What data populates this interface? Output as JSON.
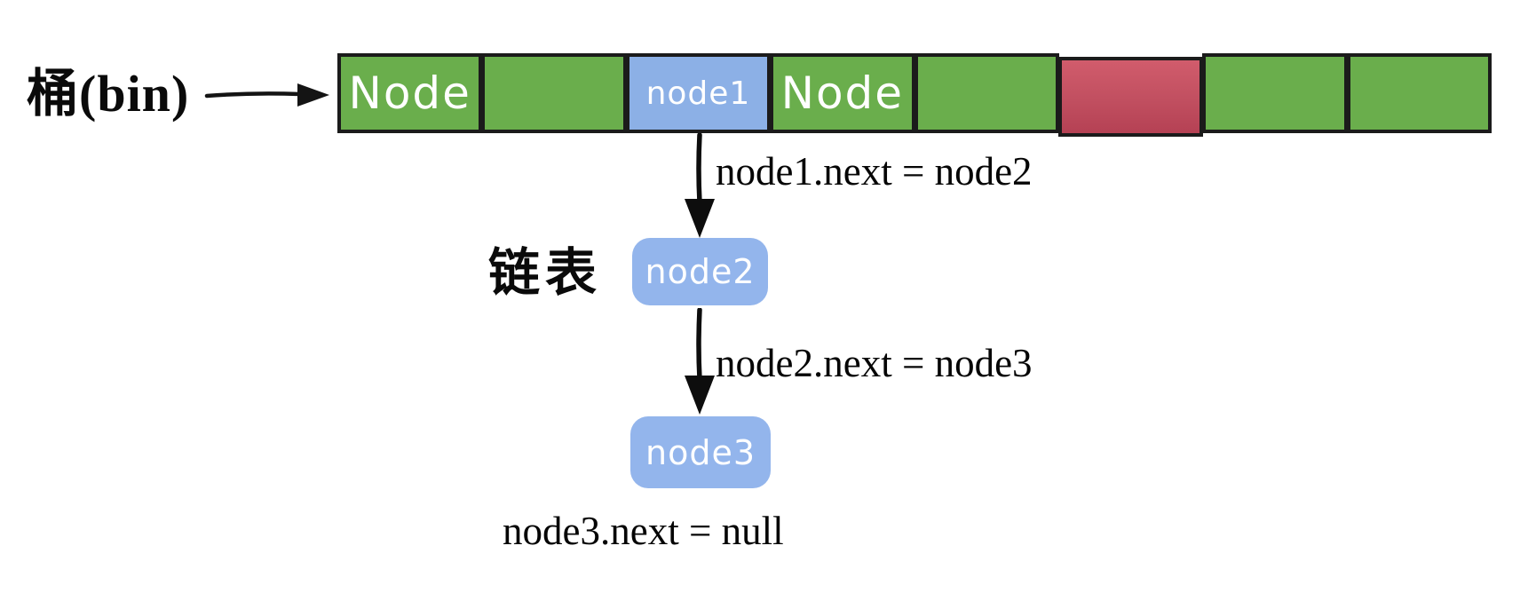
{
  "diagram": {
    "bin_label": "桶(bin)",
    "linked_list_label": "链表"
  },
  "bucket_array": {
    "cells": [
      {
        "text": "Node",
        "color": "green"
      },
      {
        "text": "",
        "color": "green"
      },
      {
        "text": "node1",
        "color": "blue"
      },
      {
        "text": "Node",
        "color": "green"
      },
      {
        "text": "",
        "color": "green"
      },
      {
        "text": "",
        "color": "red"
      },
      {
        "text": "",
        "color": "green"
      },
      {
        "text": "",
        "color": "green"
      }
    ]
  },
  "list_nodes": [
    {
      "label": "node2"
    },
    {
      "label": "node3"
    }
  ],
  "edge_labels": {
    "e1": "node1.next = node2",
    "e2": "node2.next = node3",
    "e3": "node3.next = null"
  },
  "icons": {
    "bin_pointer": "right-arrow",
    "link_pointer": "down-arrow"
  },
  "colors": {
    "cell_green": "#6aae4c",
    "cell_blue": "#8cb0e6",
    "cell_red_top": "#d15c6c",
    "cell_red_bottom": "#b54154",
    "node_blue": "#93b5ec",
    "outline_black": "#1b1b1b",
    "text_white": "#ffffff",
    "text_black": "#050505",
    "background": "#ffffff"
  }
}
